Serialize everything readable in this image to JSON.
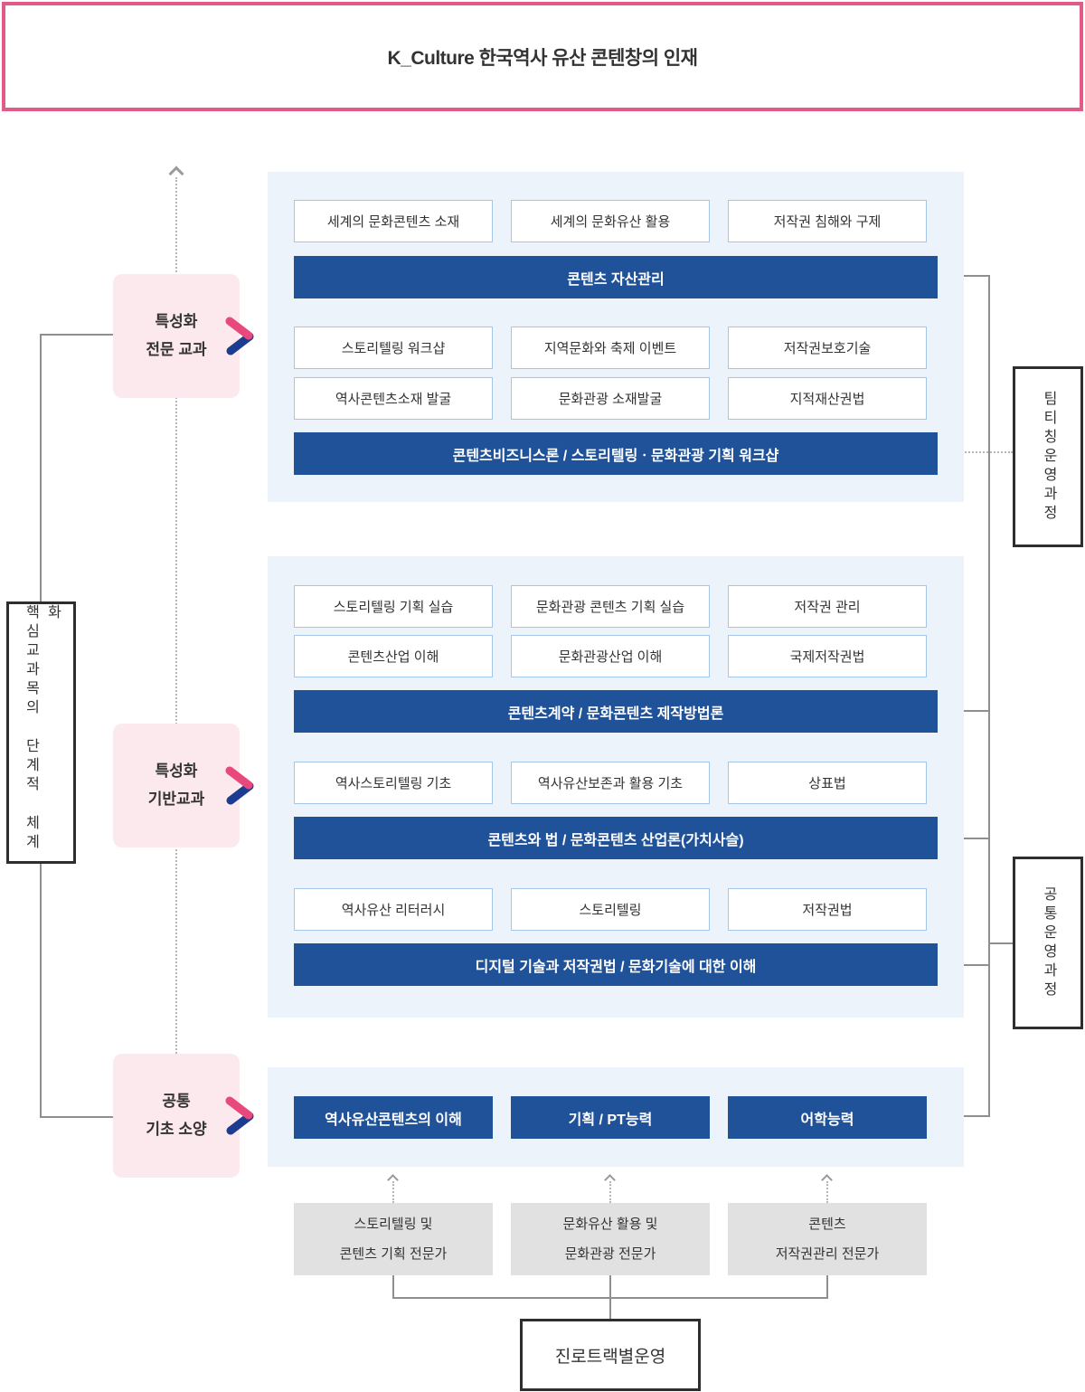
{
  "header": {
    "title": "K_Culture 한국역사 유산 콘텐창의 인재"
  },
  "left_label": {
    "text": "핵심교과목의 단계적 체계화"
  },
  "categories": [
    {
      "line1": "특성화",
      "line2": "전문 교과"
    },
    {
      "line1": "특성화",
      "line2": "기반교과"
    },
    {
      "line1": "공통",
      "line2": "기초 소양"
    }
  ],
  "panel_advanced": {
    "row1": [
      "세계의 문화콘텐츠 소재",
      "세계의 문화유산 활용",
      "저작권 침해와 구제"
    ],
    "bar1": "콘텐츠 자산관리",
    "row2": [
      "스토리텔링 워크샵",
      "지역문화와 축제 이벤트",
      "저작권보호기술"
    ],
    "row3": [
      "역사콘텐츠소재 발굴",
      "문화관광 소재발굴",
      "지적재산권법"
    ],
    "bar2": "콘텐츠비즈니스론 / 스토리텔링ㆍ문화관광 기획 워크샵"
  },
  "panel_foundation": {
    "row1": [
      "스토리텔링 기획 실습",
      "문화관광 콘텐츠 기획 실습",
      "저작권 관리"
    ],
    "row2": [
      "콘텐츠산업 이해",
      "문화관광산업 이해",
      "국제저작권법"
    ],
    "bar1": "콘텐츠계약 / 문화콘텐츠 제작방법론",
    "row3": [
      "역사스토리텔링 기초",
      "역사유산보존과 활용 기초",
      "상표법"
    ],
    "bar2": "콘텐츠와 법 / 문화콘텐츠 산업론(가치사슬)",
    "row4": [
      "역사유산 리터러시",
      "스토리텔링",
      "저작권법"
    ],
    "bar3": "디지털 기술과 저작권법 / 문화기술에 대한 이해"
  },
  "panel_common": {
    "boxes": [
      "역사유산콘텐츠의 이해",
      "기획 / PT능력",
      "어학능력"
    ]
  },
  "tracks": [
    {
      "line1": "스토리텔링 및",
      "line2": "콘텐츠 기획 전문가"
    },
    {
      "line1": "문화유산 활용 및",
      "line2": "문화관광 전문가"
    },
    {
      "line1": "콘텐츠",
      "line2": "저작권관리 전문가"
    }
  ],
  "career_box": {
    "label": "진로트랙별운영"
  },
  "right_labels": {
    "team_teaching": "팀티칭운영과정",
    "common_operation": "공통운영과정"
  },
  "colors": {
    "banner_border_pink": "#e25b86",
    "bar_blue": "#20529a",
    "panel_light_blue": "#edf3fb",
    "course_border_blue": "#a3c6e8",
    "category_pink_bg": "#fce9ed",
    "track_gray_bg": "#e1e1e1",
    "connector_gray": "#8f8f8f",
    "chevron_pink": "#e8487c",
    "chevron_navy": "#1c3d8f"
  }
}
